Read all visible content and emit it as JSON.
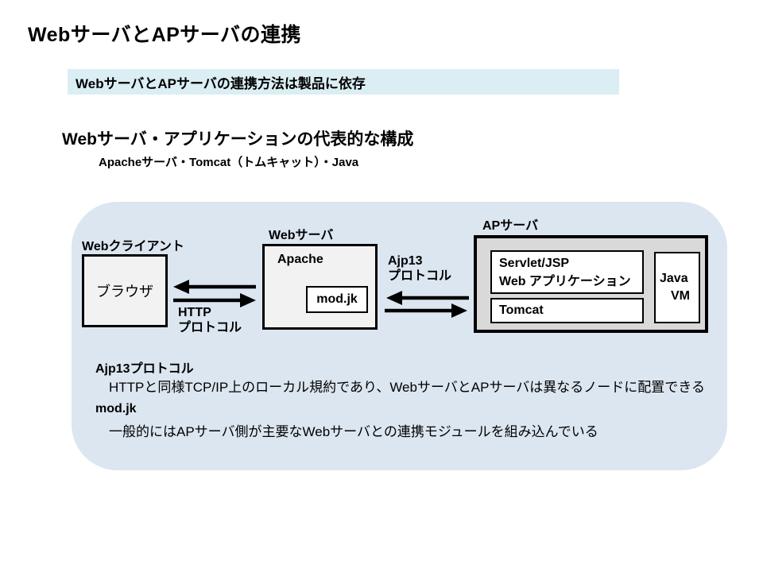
{
  "slide": {
    "title": "WebサーバとAPサーバの連携",
    "highlight": "WebサーバとAPサーバの連携方法は製品に依存",
    "heading": "Webサーバ・アプリケーションの代表的な構成",
    "subheading": "Apacheサーバ・Tomcat（トムキャット）・Java"
  },
  "diagram": {
    "client": {
      "label": "Webクライアント",
      "box": "ブラウザ"
    },
    "web_server": {
      "label": "Webサーバ",
      "box": "Apache",
      "module": "mod.jk"
    },
    "ap_server": {
      "label": "APサーバ",
      "servlet_line1": "Servlet/JSP",
      "servlet_line2": "Web アプリケーション",
      "tomcat": "Tomcat",
      "jvm_line1": "Java",
      "jvm_line2": "VM"
    },
    "http_protocol": {
      "line1": "HTTP",
      "line2": "プロトコル"
    },
    "ajp_protocol": {
      "line1": "Ajp13",
      "line2": "プロトコル"
    }
  },
  "notes": [
    {
      "term": "Ajp13プロトコル",
      "desc": "HTTPと同様TCP/IP上のローカル規約であり、WebサーバとAPサーバは異なるノードに配置できる"
    },
    {
      "term": "mod.jk",
      "desc": "一般的にはAPサーバ側が主要なWebサーバとの連携モジュールを組み込んでいる"
    }
  ],
  "colors": {
    "panel_bg": "#dce6f1",
    "highlight_bg": "#daeef3",
    "node_fill": "#f2f2f2",
    "ap_box_fill": "#d9d9d9",
    "inner_box_fill": "#ffffff",
    "border": "#000000"
  }
}
